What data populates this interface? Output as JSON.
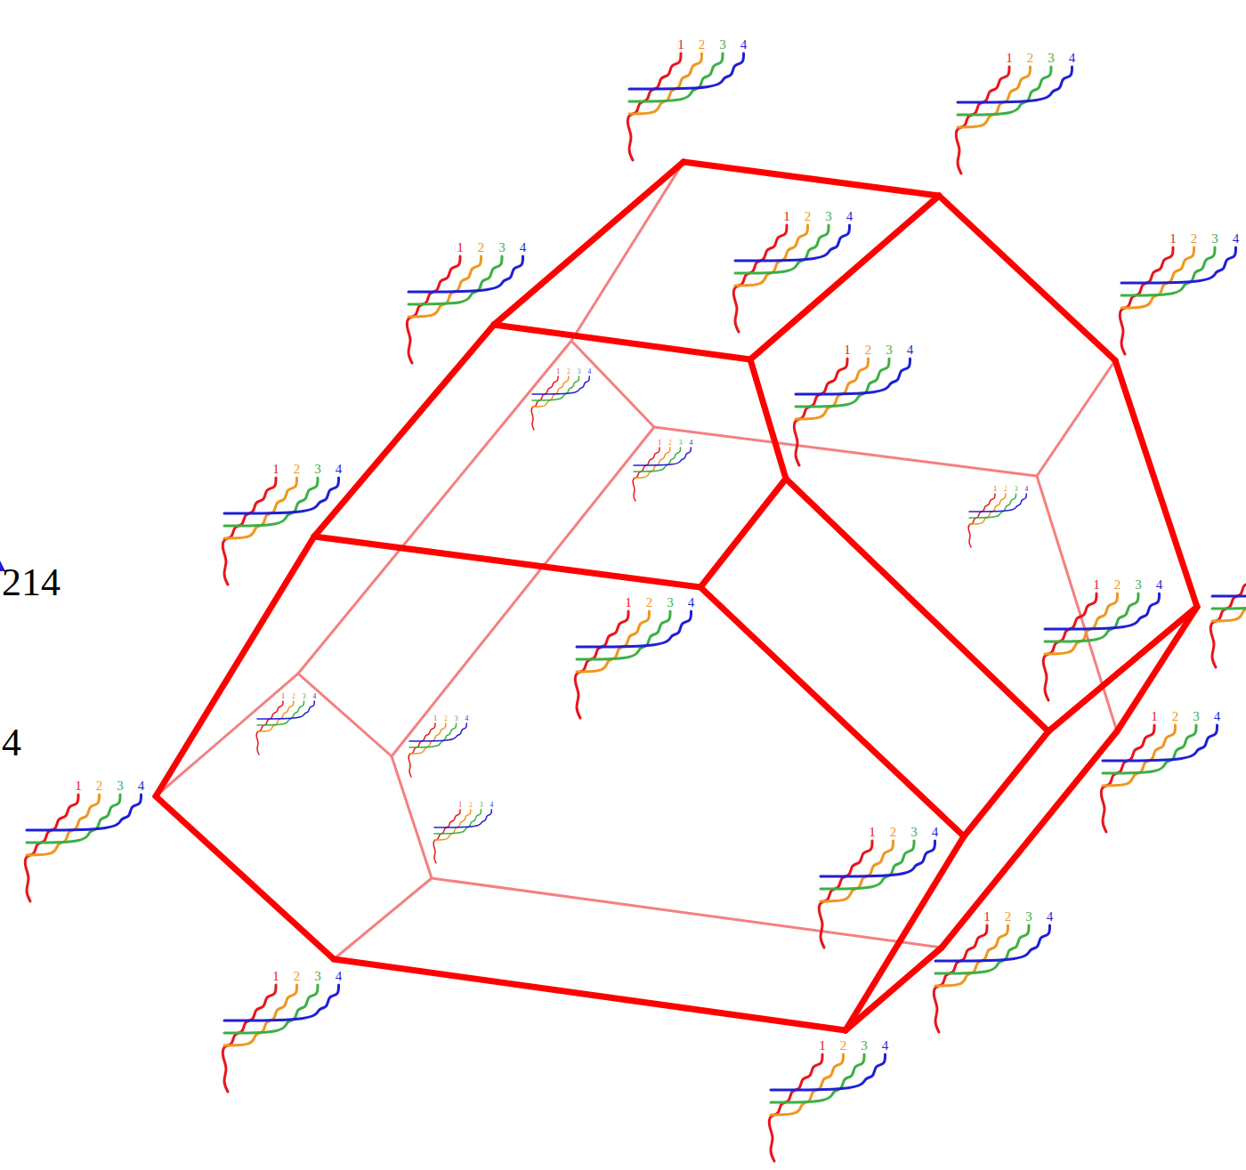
{
  "diagram": {
    "labels": [
      "1",
      "2",
      "3",
      "4",
      "1",
      "2",
      "3",
      "4",
      "1",
      "2",
      "3",
      "4",
      "1",
      "2",
      "3",
      "4",
      "1",
      "2",
      "3",
      "4",
      "1",
      "2",
      "3",
      "4",
      "1",
      "2",
      "3",
      "4",
      "1",
      "2",
      "3",
      "4",
      "1",
      "2",
      "3",
      "4",
      "1",
      "2",
      "3",
      "4",
      "1",
      "2",
      "3",
      "4",
      "1",
      "2",
      "3",
      "4",
      "1",
      "2",
      "3",
      "4",
      "1",
      "2",
      "3",
      "4",
      "1",
      "2",
      "3",
      "4",
      "1",
      "2",
      "3",
      "4",
      "1",
      "2",
      "3",
      "4",
      "1",
      "2",
      "3",
      "4",
      "1",
      "2",
      "3",
      "4",
      "1",
      "2",
      "3",
      "4",
      "1",
      "2",
      "3",
      "4",
      "214",
      "4"
    ]
  }
}
